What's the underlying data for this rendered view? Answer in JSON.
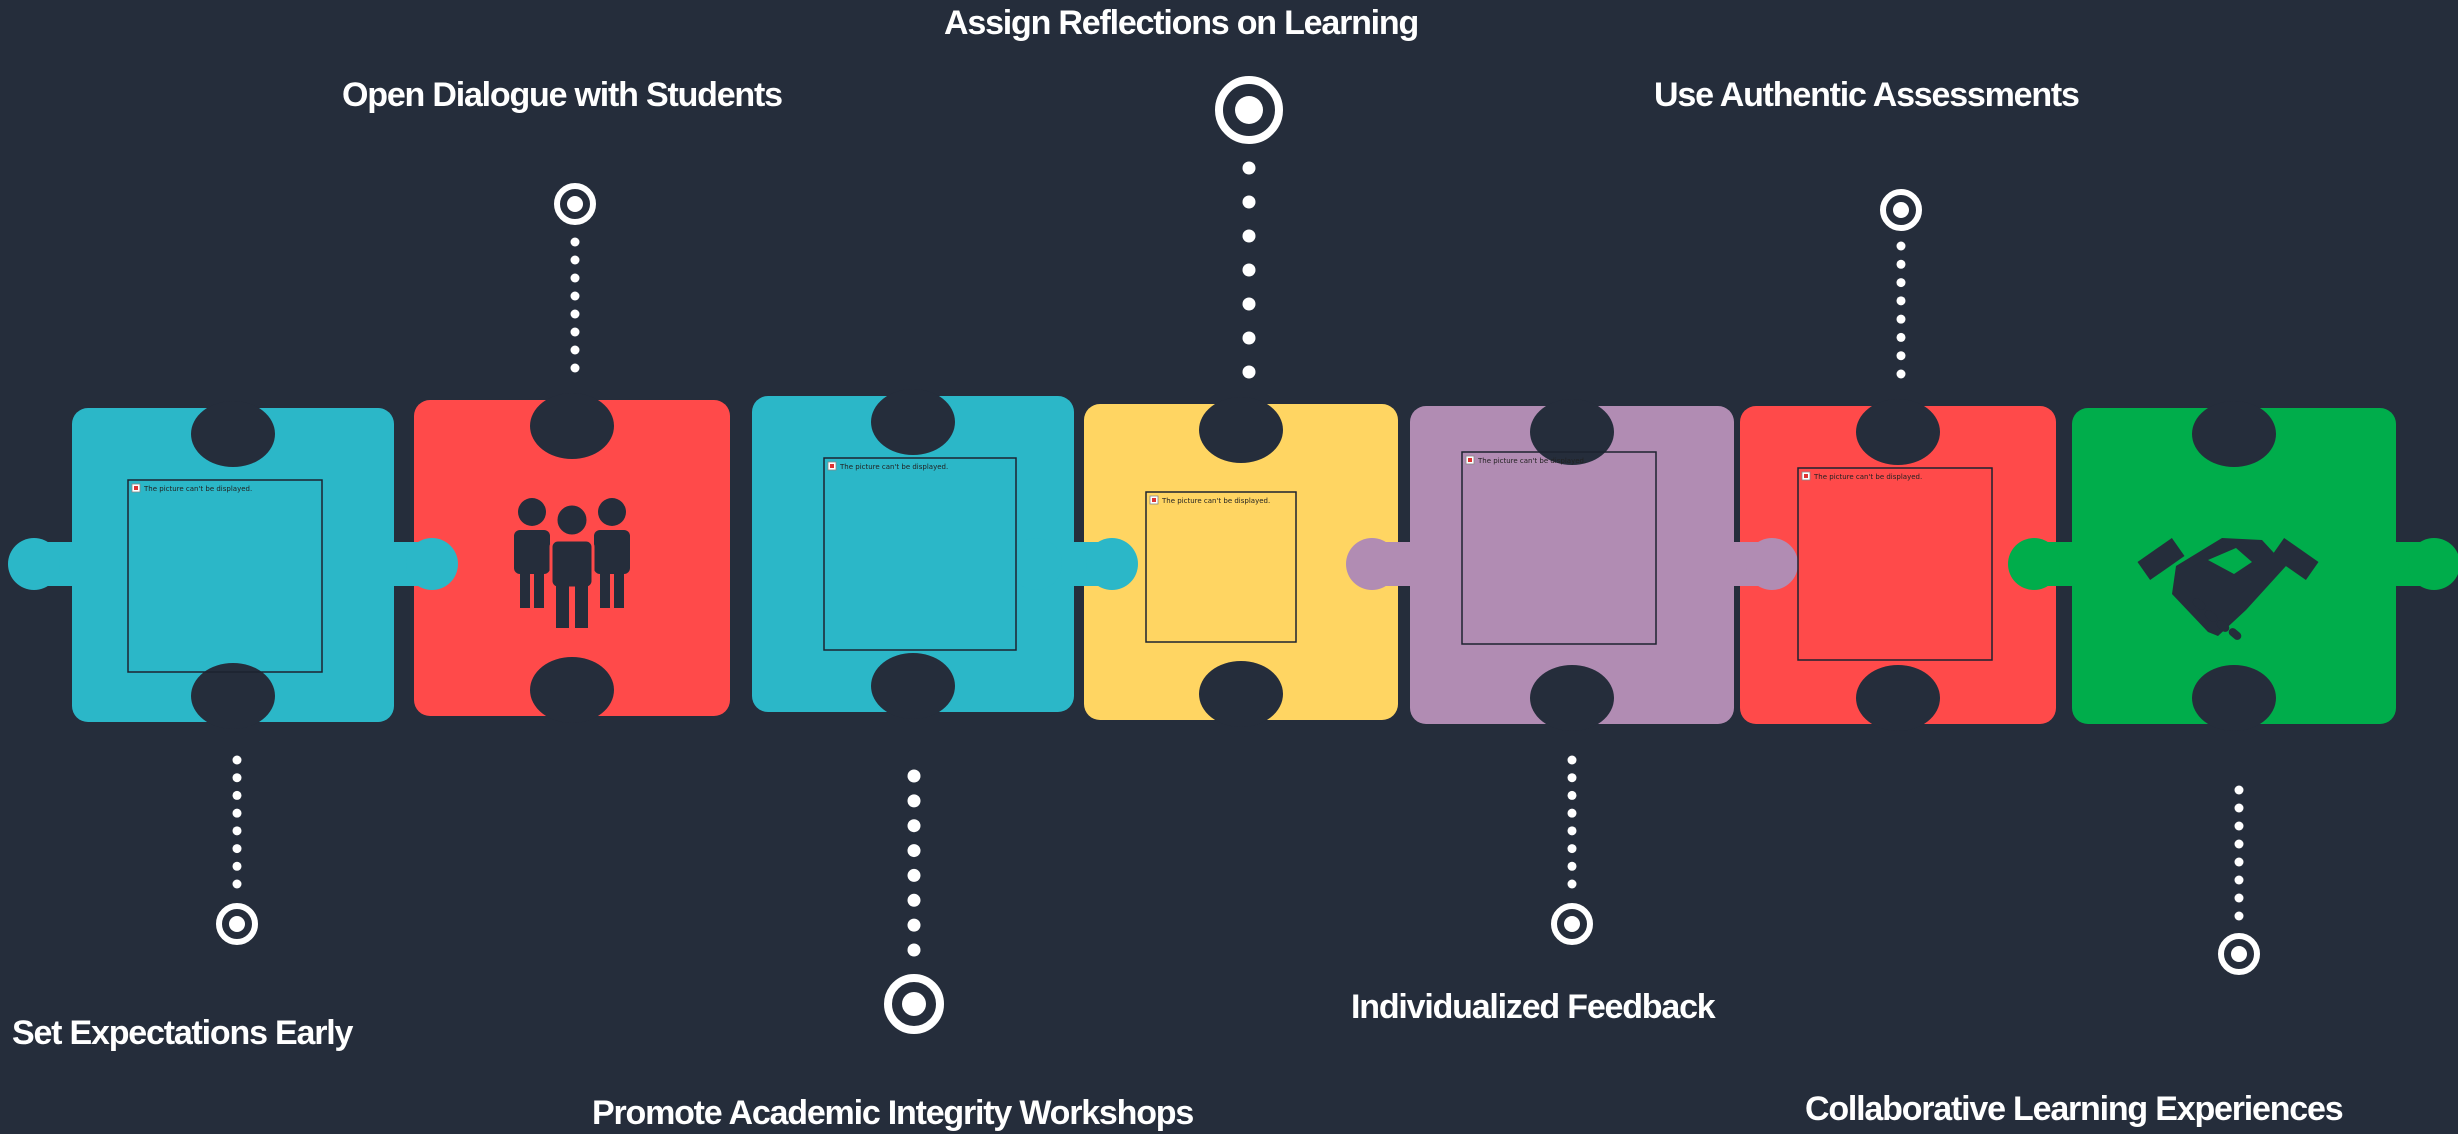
{
  "steps": [
    {
      "label": "Set Expectations Early",
      "color": "#2bb7c8",
      "content": "placeholder",
      "placeholder_text": "The picture can't be displayed."
    },
    {
      "label": "Open Dialogue with Students",
      "color": "#ff4a4a",
      "content": "people-icon"
    },
    {
      "label": "Promote Academic Integrity Workshops",
      "color": "#2bb7c8",
      "content": "placeholder",
      "placeholder_text": "The picture can't be displayed."
    },
    {
      "label": "Assign Reflections on Learning",
      "color": "#ffd562",
      "content": "placeholder",
      "placeholder_text": "The picture can't be displayed."
    },
    {
      "label": "Individualized Feedback",
      "color": "#b18cb3",
      "content": "placeholder",
      "placeholder_text": "The picture can't be displayed."
    },
    {
      "label": "Use Authentic Assessments",
      "color": "#ff4a4a",
      "content": "placeholder",
      "placeholder_text": "The picture can't be displayed."
    },
    {
      "label": "Collaborative Learning Experiences",
      "color": "#00ad4b",
      "content": "handshake-icon"
    }
  ],
  "colors": {
    "background": "#252d3b",
    "marker": "#ffffff",
    "icon": "#252d3b"
  }
}
